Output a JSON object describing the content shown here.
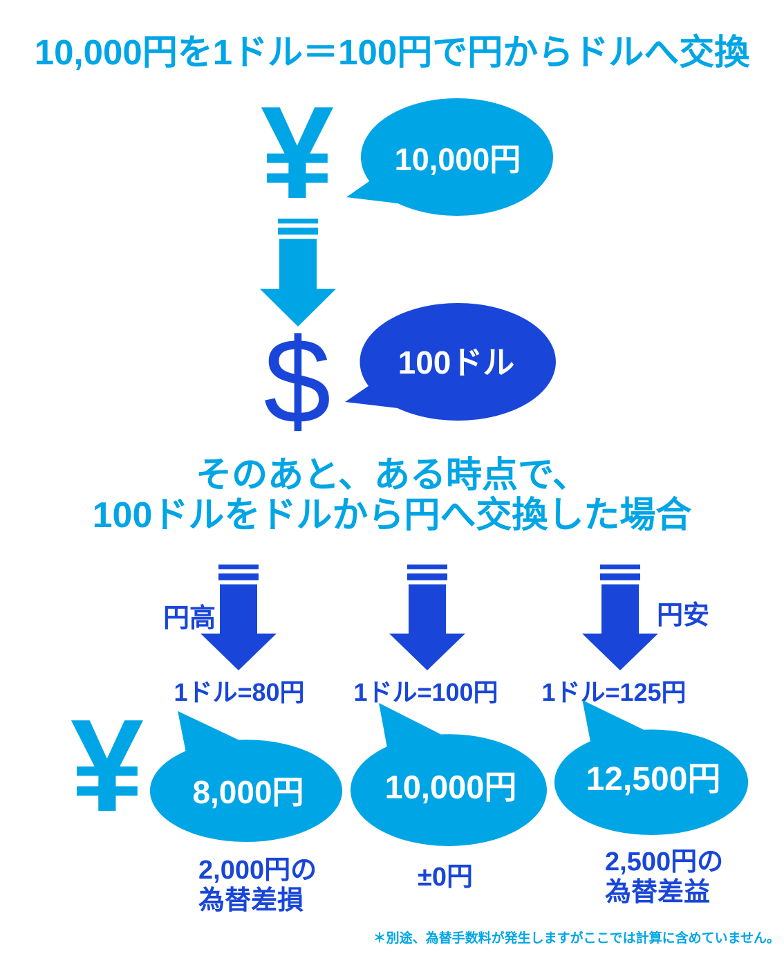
{
  "colors": {
    "light_blue": "#00a5e6",
    "dark_blue": "#1946d9",
    "bubble_text": "#ffffff",
    "background": "#ffffff"
  },
  "title": "10,000円を1ドル＝100円で円からドルへ交換",
  "top_flow": {
    "yen_symbol": "¥",
    "yen_bubble_amount": "10,000円",
    "dollar_symbol": "$",
    "dollar_bubble_amount": "100ドル"
  },
  "middle_heading": {
    "line1": "そのあと、ある時点で、",
    "line2": "100ドルをドルから円へ交換した場合"
  },
  "scenarios": {
    "yen_symbol": "¥",
    "left_arrow_label": "円高",
    "right_arrow_label": "円安",
    "items": [
      {
        "rate": "1ドル=80円",
        "amount": "8,000円",
        "outcome": [
          "2,000円の",
          "為替差損"
        ]
      },
      {
        "rate": "1ドル=100円",
        "amount": "10,000円",
        "outcome": [
          "±0円"
        ]
      },
      {
        "rate": "1ドル=125円",
        "amount": "12,500円",
        "outcome": [
          "2,500円の",
          "為替差益"
        ]
      }
    ]
  },
  "footnote": "＊別途、為替手数料が発生しますがここでは計算に含めていません。"
}
